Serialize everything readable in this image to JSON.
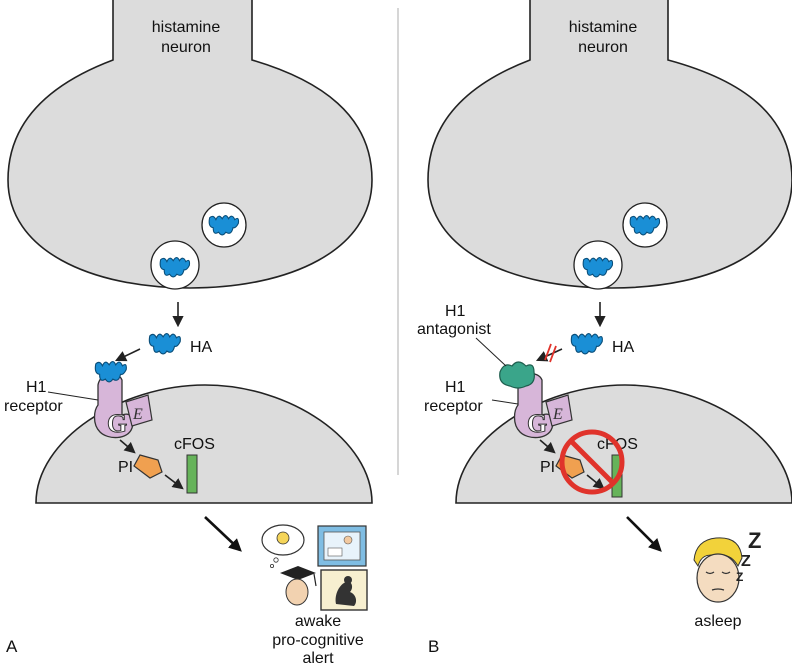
{
  "panels": [
    {
      "letter": "A",
      "neuron_label_line1": "histamine",
      "neuron_label_line2": "neuron",
      "ha_label": "HA",
      "receptor_label_line1": "H1",
      "receptor_label_line2": "receptor",
      "g_label": "G",
      "e_label": "E",
      "pi_label": "PI",
      "cfos_label": "cFOS",
      "outcome_lines": [
        "awake",
        "pro-cognitive",
        "alert"
      ]
    },
    {
      "letter": "B",
      "neuron_label_line1": "histamine",
      "neuron_label_line2": "neuron",
      "ha_label": "HA",
      "antagonist_label_line1": "H1",
      "antagonist_label_line2": "antagonist",
      "receptor_label_line1": "H1",
      "receptor_label_line2": "receptor",
      "g_label": "G",
      "e_label": "E",
      "pi_label": "PI",
      "cfos_label": "cFOS",
      "outcome_lines": [
        "asleep"
      ],
      "sleep_glyph": "Z"
    }
  ],
  "colors": {
    "histamine": "#1a8fd6",
    "antagonist": "#3aa58a",
    "receptor": "#d7b6d9",
    "pi": "#f0a050",
    "cfos": "#66b35a",
    "block": "#e0332b"
  }
}
